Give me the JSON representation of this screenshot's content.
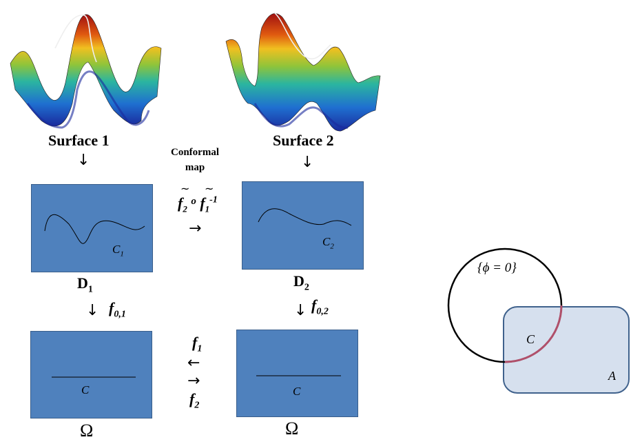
{
  "surface1": {
    "label": "Surface 1"
  },
  "surface2": {
    "label": "Surface 2"
  },
  "conformal": {
    "label_line1": "Conformal",
    "label_line2": "map",
    "expr_f2": "f",
    "expr_sub2": "2",
    "expr_o": "o",
    "expr_f1": "f",
    "expr_sub1": "1",
    "expr_sup": "-1"
  },
  "d1": {
    "label": "D",
    "sub": "1",
    "curve_label": "C",
    "curve_sub": "1"
  },
  "d2": {
    "label": "D",
    "sub": "2",
    "curve_label": "C",
    "curve_sub": "2"
  },
  "f01": {
    "label": "f",
    "sub": "0,1"
  },
  "f02": {
    "label": "f",
    "sub": "0,2"
  },
  "omega1": {
    "label": "Ω",
    "line_label": "C"
  },
  "omega2": {
    "label": "Ω",
    "line_label": "C"
  },
  "maps": {
    "f1": "f",
    "f1_sub": "1",
    "f2": "f",
    "f2_sub": "2"
  },
  "venn": {
    "circle_label": "{ϕ = 0}",
    "c_label": "C",
    "a_label": "A"
  },
  "arrows": {
    "down": "↓",
    "right": "→",
    "left": "←"
  },
  "colors": {
    "box_fill": "#4f81bd",
    "box_border": "#385d8a",
    "region_fill": "#d6e0ee",
    "region_border": "#3f618c",
    "arc": "#b0506a"
  }
}
